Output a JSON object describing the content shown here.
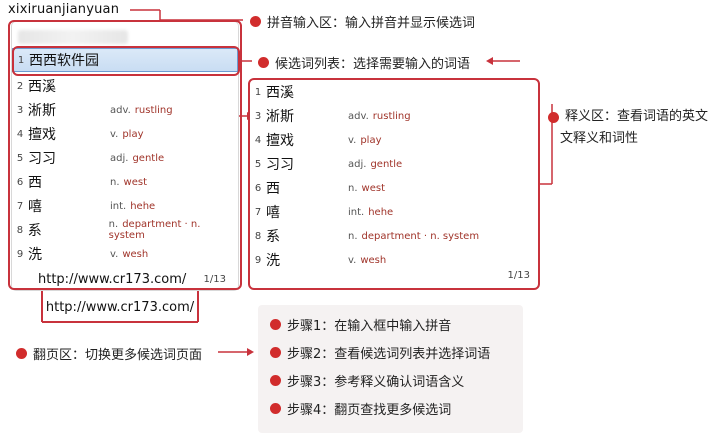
{
  "ime": {
    "pinyin": "xixiruanjianyuan",
    "candidates": [
      {
        "idx": "1",
        "word": "西西软件园",
        "pos": "",
        "meaning": ""
      },
      {
        "idx": "2",
        "word": "西溪",
        "pos": "",
        "meaning": ""
      },
      {
        "idx": "3",
        "word": "淅斯",
        "pos": "adv.",
        "meaning": "rustling"
      },
      {
        "idx": "4",
        "word": "擅戏",
        "pos": "v.",
        "meaning": "play"
      },
      {
        "idx": "5",
        "word": "习习",
        "pos": "adj.",
        "meaning": "gentle"
      },
      {
        "idx": "6",
        "word": "西",
        "pos": "n.",
        "meaning": "west"
      },
      {
        "idx": "7",
        "word": "嘻",
        "pos": "int.",
        "meaning": "hehe"
      },
      {
        "idx": "8",
        "word": "系",
        "pos": "n.",
        "meaning": "department · n. system"
      },
      {
        "idx": "9",
        "word": "洗",
        "pos": "v.",
        "meaning": "wesh"
      }
    ],
    "footer_url": "http://www.cr173.com/",
    "page_count": "1/13"
  },
  "ime2": {
    "candidates": [
      {
        "idx": "1",
        "word": "西溪",
        "pos": "",
        "meaning": ""
      },
      {
        "idx": "3",
        "word": "淅斯",
        "pos": "adv.",
        "meaning": "rustling"
      },
      {
        "idx": "4",
        "word": "擅戏",
        "pos": "v.",
        "meaning": "play"
      },
      {
        "idx": "5",
        "word": "习习",
        "pos": "adj.",
        "meaning": "gentle"
      },
      {
        "idx": "6",
        "word": "西",
        "pos": "n.",
        "meaning": "west"
      },
      {
        "idx": "7",
        "word": "嘻",
        "pos": "int.",
        "meaning": "hehe"
      },
      {
        "idx": "8",
        "word": "系",
        "pos": "n.",
        "meaning": "department · n. system"
      },
      {
        "idx": "9",
        "word": "洗",
        "pos": "v.",
        "meaning": "wesh"
      }
    ],
    "page_count": "1/13"
  },
  "annotations": {
    "pinyin_area": "拼音输入区：输入拼音并显示候选词",
    "candidate_list": "候选词列表：选择需要输入的词语",
    "explain_area": "释义区：查看词语的英文文释义和词性",
    "explain_line1": "释义区：查看词语的英文",
    "explain_line2": "文释义和词性",
    "page_area": "翻页区：切换更多候选词页面",
    "url_label": "http://www.cr173.com/"
  },
  "steps": [
    "步骤1：在输入框中输入拼音",
    "步骤2：查看候选词列表并选择词语",
    "步骤3：参考释义确认词语含义",
    "步骤4：翻页查找更多候选词"
  ],
  "colors": {
    "accent": "#c8323c",
    "dot": "#d12c2c",
    "selected_bg": "#c9ddf3",
    "meaning": "#a0342a"
  }
}
